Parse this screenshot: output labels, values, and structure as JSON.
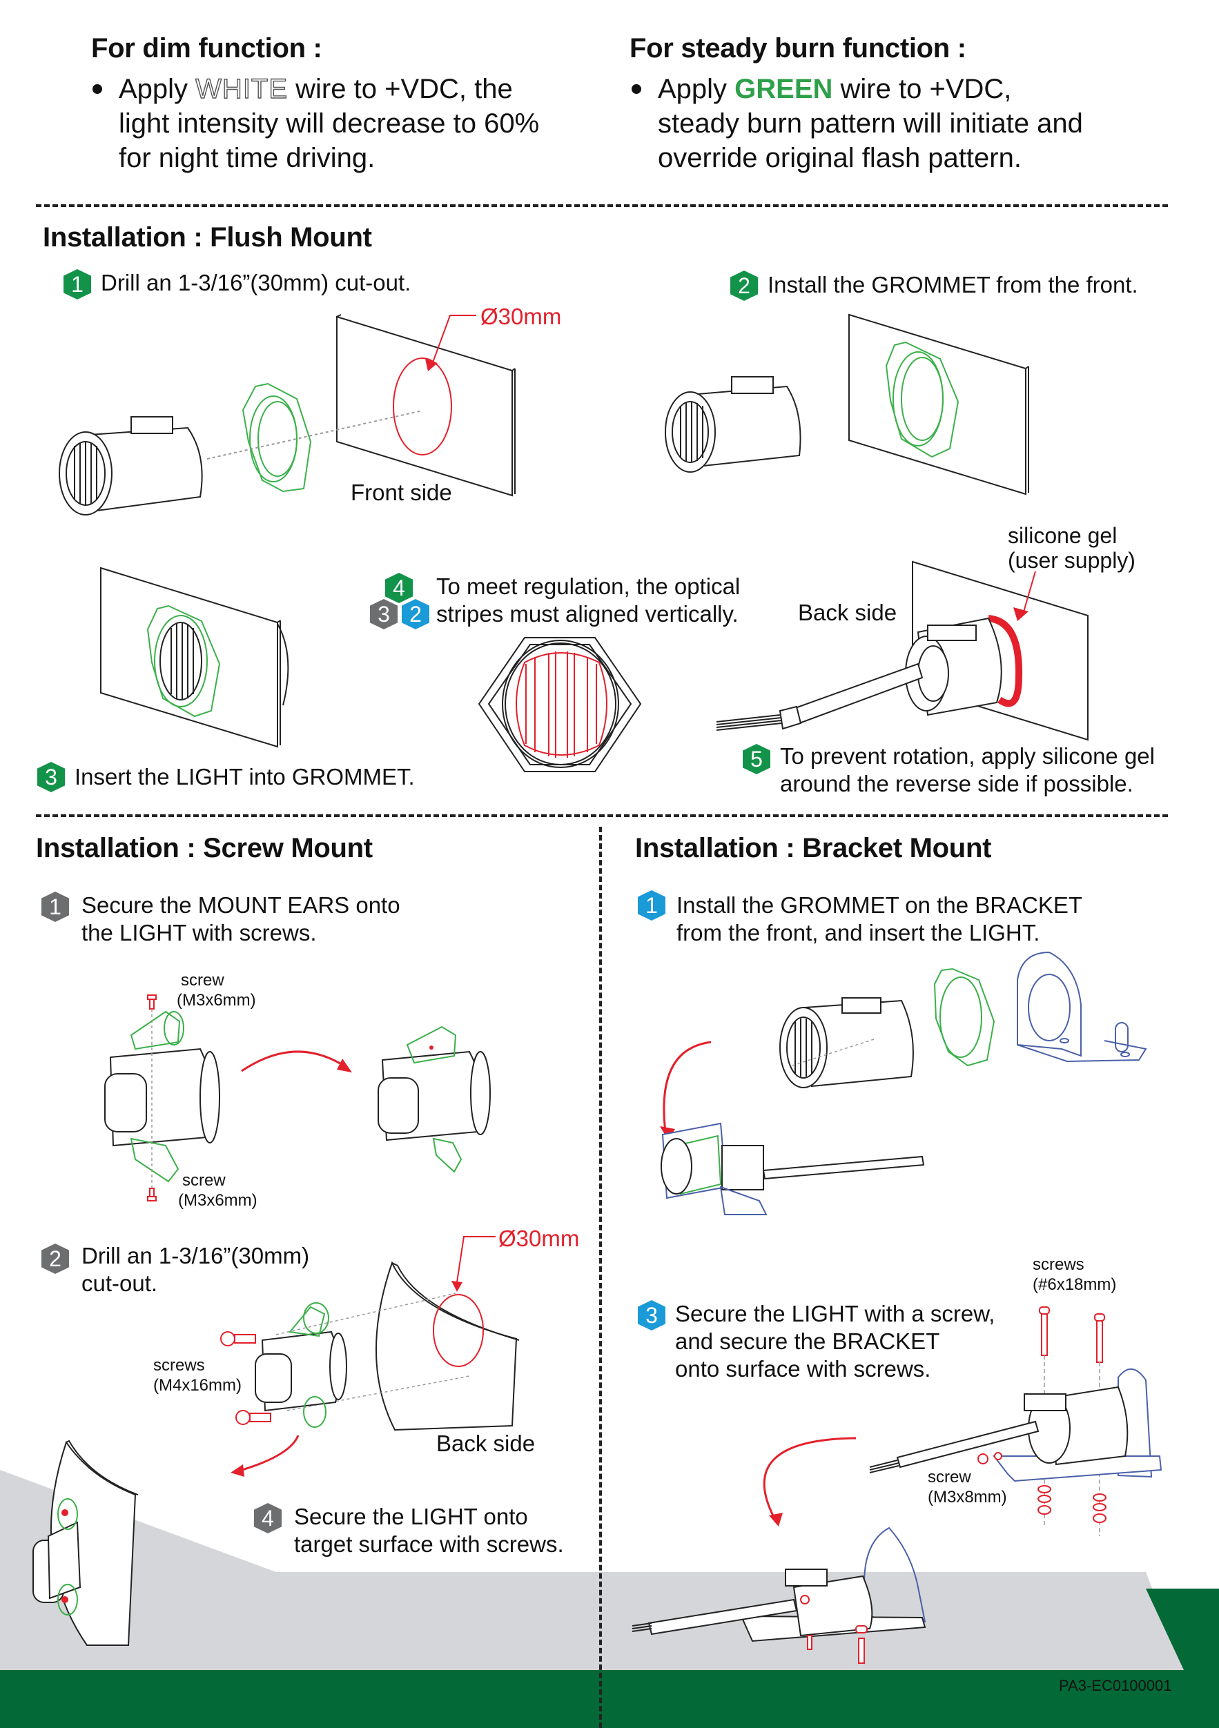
{
  "dim_function": {
    "heading": "For dim function :",
    "line1_pre": "Apply ",
    "line1_word": "WHITE",
    "line1_post": " wire to +VDC, the",
    "line2": "light intensity will decrease to 60%",
    "line3": "for night time driving."
  },
  "steady_burn_function": {
    "heading": "For steady burn function :",
    "line1_pre": "Apply ",
    "line1_word": "GREEN",
    "line1_post": " wire to +VDC,",
    "line2": "steady burn pattern will initiate and",
    "line3": "override original flash pattern."
  },
  "flush_mount": {
    "title": "Installation : Flush Mount",
    "steps": [
      {
        "number": "1",
        "badge_color": "green",
        "text": "Drill an 1-3/16”(30mm) cut-out."
      },
      {
        "number": "2",
        "badge_color": "green",
        "text": "Install the GROMMET from the front."
      },
      {
        "number": "3",
        "badge_color": "green",
        "text": "Insert the LIGHT into GROMMET."
      },
      {
        "number": "4",
        "badge_color": "green",
        "line1": "To meet regulation, the optical",
        "line2": "stripes must aligned vertically.",
        "extra_badges": [
          "3",
          "2"
        ]
      },
      {
        "number": "5",
        "badge_color": "green",
        "line1": "To prevent rotation, apply silicone gel",
        "line2": "around the reverse side if possible."
      }
    ],
    "labels": {
      "diameter": "Ø30mm",
      "front_side": "Front side",
      "back_side": "Back side",
      "silicone_line1": "silicone gel",
      "silicone_line2": "(user supply)"
    }
  },
  "screw_mount": {
    "title": "Installation : Screw Mount",
    "steps": [
      {
        "number": "1",
        "badge_color": "gray",
        "line1": "Secure the MOUNT EARS onto",
        "line2": "the LIGHT with screws."
      },
      {
        "number": "2",
        "badge_color": "gray",
        "line1": "Drill an 1-3/16”(30mm)",
        "line2": "cut-out."
      },
      {
        "number": "4",
        "badge_color": "gray",
        "line1": "Secure the LIGHT onto",
        "line2": "target surface  with screws."
      }
    ],
    "labels": {
      "screw_top": "screw",
      "screw_top_size": "(M3x6mm)",
      "screw_bottom": "screw",
      "screw_bottom_size": "(M3x6mm)",
      "screws": "screws",
      "screws_size": "(M4x16mm)",
      "diameter": "Ø30mm",
      "back_side": "Back side"
    }
  },
  "bracket_mount": {
    "title": "Installation : Bracket Mount",
    "steps": [
      {
        "number": "1",
        "badge_color": "blue",
        "line1": "Install the GROMMET on the BRACKET",
        "line2": "from the front, and insert the LIGHT."
      },
      {
        "number": "3",
        "badge_color": "blue",
        "line1": "Secure the LIGHT with a screw,",
        "line2": "and secure the BRACKET",
        "line3": "onto surface with screws."
      }
    ],
    "labels": {
      "screws": "screws",
      "screws_size": "(#6x18mm)",
      "screw": "screw",
      "screw_size": "(M3x8mm)"
    }
  },
  "footer": {
    "doc_code": "PA3-EC0100001"
  },
  "colors": {
    "badge_green": "#13934a",
    "badge_gray": "#6d6e70",
    "badge_blue": "#1a9ad6",
    "accent_red": "#e3202b",
    "green_word": "#2fa04a",
    "footer_green": "#036937",
    "floor_gray": "#d5d6d9"
  }
}
